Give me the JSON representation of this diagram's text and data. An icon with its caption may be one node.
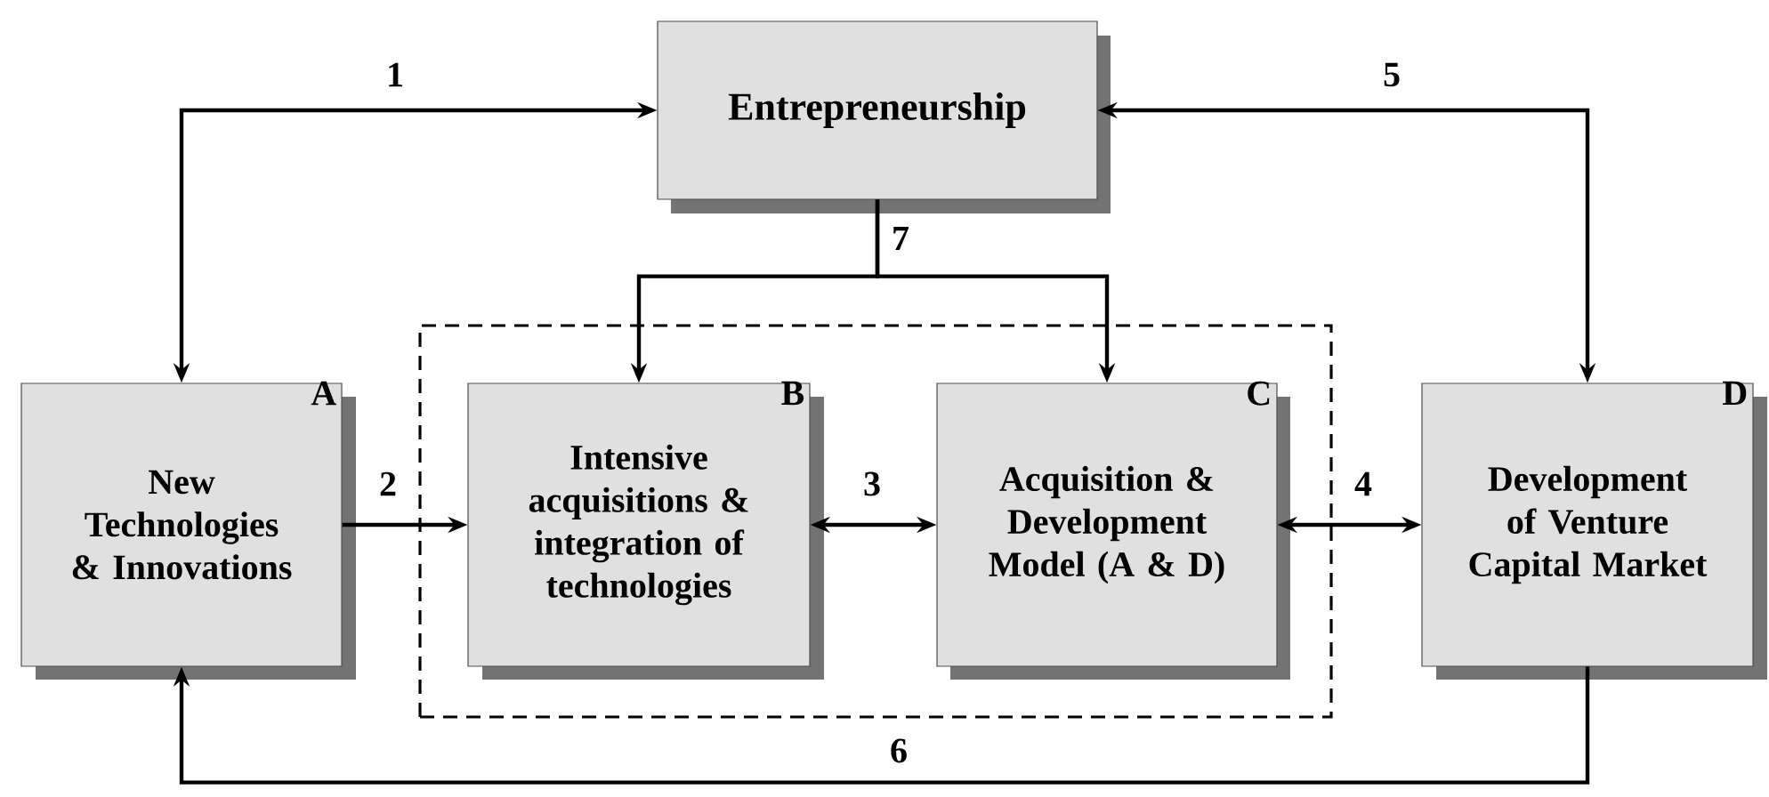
{
  "diagram": {
    "nodes": [
      {
        "text": [
          "Entrepreneurship"
        ]
      },
      {
        "text": [],
        "shape": "box"
      },
      {
        "text": [
          "A",
          "New Technologies & Innovations"
        ]
      },
      {
        "text": [
          "B",
          "Intensive acquisitions & integration of technologies"
        ],
        "in": 1
      },
      {
        "text": [
          "C",
          "Acquisition & Development Model (A & D)"
        ],
        "in": 1
      },
      {
        "text": [
          "D",
          "Development of Venture Capital Market"
        ]
      }
    ],
    "edges": [
      {
        "from": 0,
        "to": 2,
        "arrow": "both",
        "label": "1"
      },
      {
        "from": 0,
        "to": 5,
        "arrow": "both",
        "label": "5"
      },
      {
        "from": 0,
        "to": 3,
        "arrow": "to",
        "label": "7"
      },
      {
        "from": 0,
        "to": 4,
        "arrow": "to"
      },
      {
        "from": 2,
        "to": 3,
        "arrow": "to",
        "label": "2"
      },
      {
        "from": 3,
        "to": 4,
        "arrow": "both",
        "label": "3"
      },
      {
        "from": 4,
        "to": 5,
        "arrow": "both",
        "label": "4"
      },
      {
        "from": 5,
        "to": 2,
        "arrow": "to",
        "label": "6"
      }
    ]
  }
}
